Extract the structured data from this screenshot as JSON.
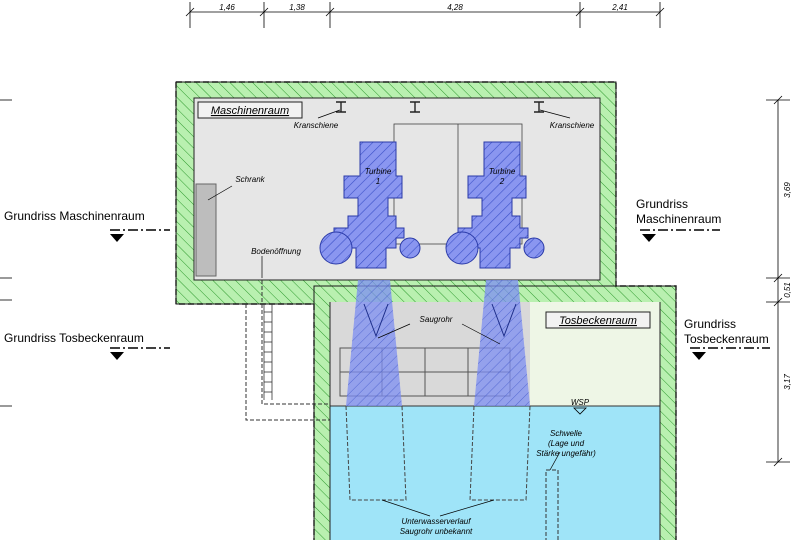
{
  "rooms": {
    "machine_room": "Maschinenraum",
    "stilling_basin": "Tosbeckenraum"
  },
  "section_labels": {
    "left_machine": "Grundriss Maschinenraum",
    "left_basin": "Grundriss Tosbeckenraum",
    "right_machine_line1": "Grundriss",
    "right_machine_line2": "Maschinenraum",
    "right_basin_line1": "Grundriss",
    "right_basin_line2": "Tosbeckenraum"
  },
  "annotations": {
    "crane_rail_left": "Kranschiene",
    "crane_rail_right": "Kranschiene",
    "cabinet": "Schrank",
    "floor_opening": "Bodenöffnung",
    "draft_tube": "Saugrohr",
    "water_level": "WSP",
    "sill_line1": "Schwelle",
    "sill_line2": "(Lage und",
    "sill_line3": "Stärke ungefähr)",
    "tailwater_line1": "Unterwasserverlauf",
    "tailwater_line2": "Saugrohr unbekannt"
  },
  "turbines": [
    {
      "line1": "Turbine",
      "line2": "1"
    },
    {
      "line1": "Turbine",
      "line2": "2"
    }
  ],
  "dimensions": {
    "top": [
      "1,46",
      "1,38",
      "4,28",
      "2,41"
    ],
    "right": [
      "3,69",
      "0,51",
      "3,17"
    ]
  },
  "colors": {
    "wall_fill": "#b9f0b0",
    "wall_border": "#1a1a1a",
    "room_fill": "#e6e6e6",
    "basin_fill": "#eef6e6",
    "water_fill": "#9fe4f8",
    "turbine_fill": "#8a96f0",
    "turbine_hatch": "#3b50c8"
  }
}
